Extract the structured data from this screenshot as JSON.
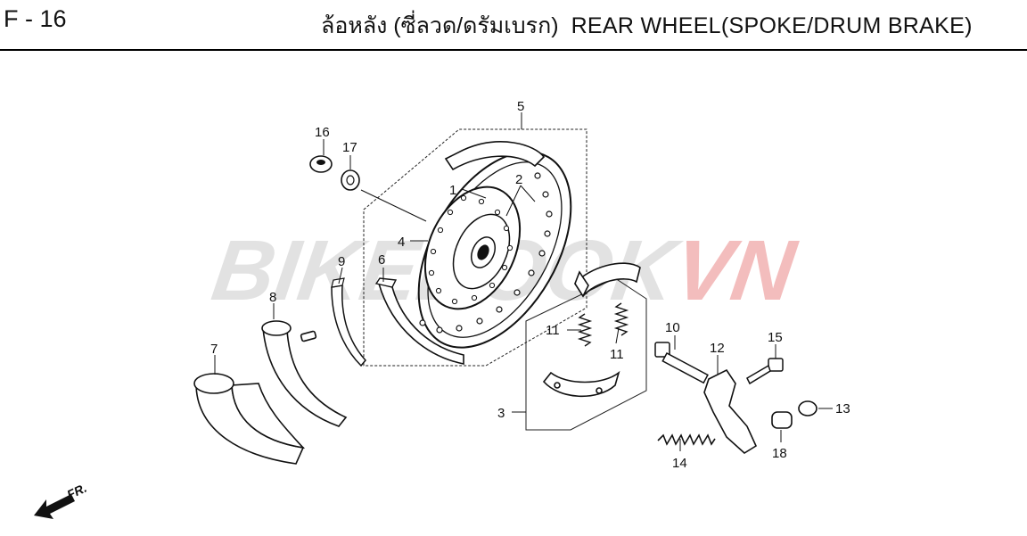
{
  "header": {
    "page_code": "F - 16",
    "title_thai": "ล้อหลัง (ซี่ลวด/ดรัมเบรก)",
    "title_en": "REAR WHEEL(SPOKE/DRUM BRAKE)"
  },
  "watermark": {
    "text_main": "BIKEBOOK",
    "text_accent": "VN",
    "color_main": "#d9d9d9",
    "color_accent": "#f0a8a8"
  },
  "direction_marker": {
    "label": "FR."
  },
  "callouts": [
    "1",
    "2",
    "3",
    "4",
    "5",
    "6",
    "7",
    "8",
    "9",
    "10",
    "11",
    "11",
    "12",
    "13",
    "14",
    "15",
    "16",
    "17",
    "18"
  ],
  "colors": {
    "line": "#111111",
    "background": "#ffffff"
  }
}
